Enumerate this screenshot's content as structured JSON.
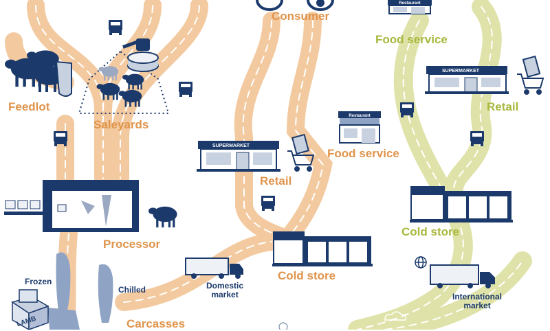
{
  "colors": {
    "navy": "#1b3a6b",
    "orange_road": "#f3caa0",
    "orange_text": "#e0944c",
    "green_road": "#dfe3a9",
    "green_text": "#a9b83f",
    "road_dash": "#ffffff"
  },
  "labels": {
    "consumer": "Consumer",
    "feedlot": "Feedlot",
    "saleyards": "Saleyards",
    "processor": "Processor",
    "carcasses": "Carcasses",
    "frozen": "Frozen",
    "chilled": "Chilled",
    "supermarket": "SUPERMARKET",
    "restaurant": "Restaurant",
    "lamb": "LAMB",
    "domestic": {
      "retail": "Retail",
      "food_service": "Food service",
      "cold_store": "Cold store",
      "market_line1": "Domestic",
      "market_line2": "market"
    },
    "international": {
      "food_service": "Food service",
      "retail": "Retail",
      "cold_store": "Cold store",
      "market_line1": "International",
      "market_line2": "market"
    }
  },
  "icons": [
    "truck-icon",
    "supermarket-icon",
    "restaurant-icon",
    "shopping-cart-icon",
    "cold-store-icon",
    "sheep-icon",
    "auction-gavel-icon",
    "globe-icon",
    "refrigerated-truck-icon",
    "processor-building-icon",
    "box-icon",
    "cloud-icon"
  ]
}
